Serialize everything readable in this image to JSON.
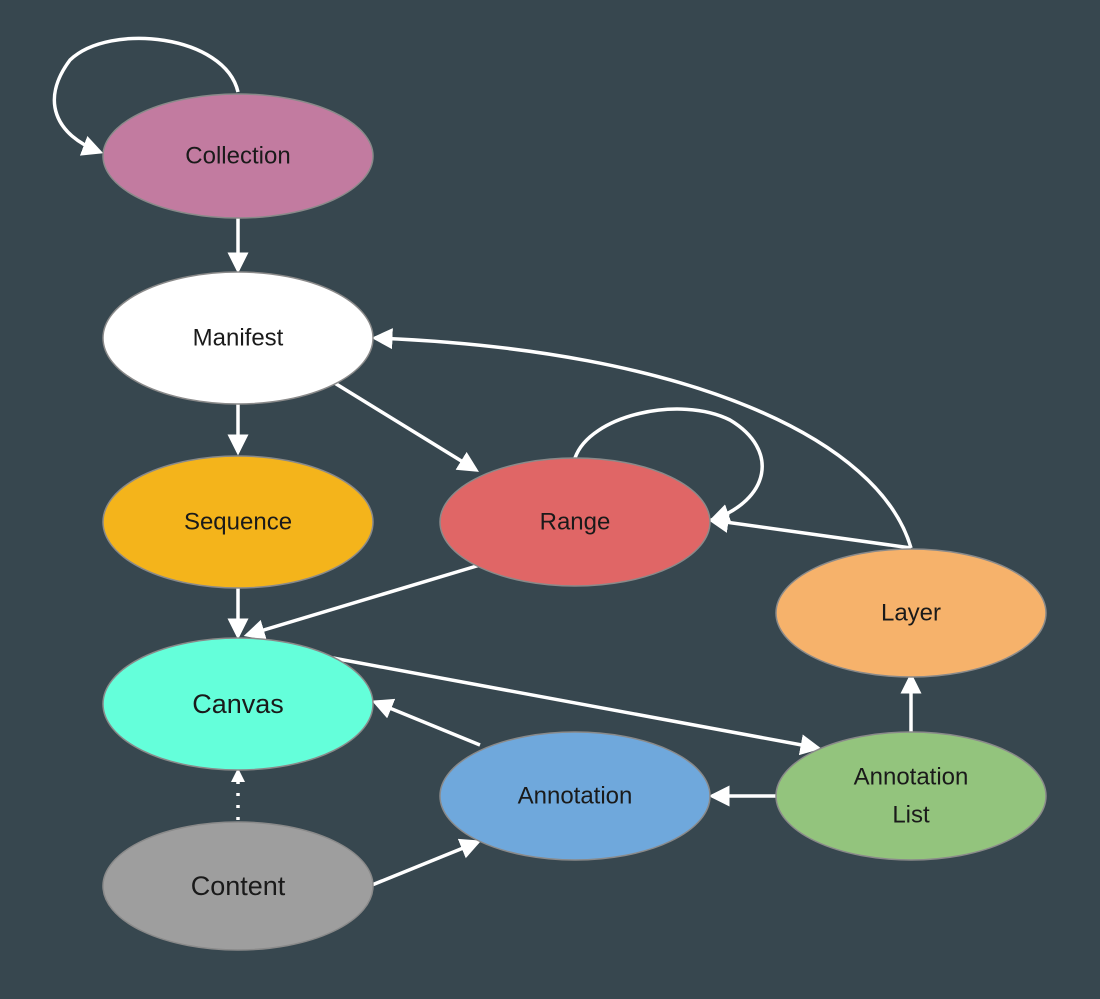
{
  "background": "#37474f",
  "edge_color": "#ffffff",
  "nodes": {
    "collection": {
      "label": "Collection",
      "fill": "#c27ba0",
      "text_color": "#1a1a1a"
    },
    "manifest": {
      "label": "Manifest",
      "fill": "#ffffff",
      "text_color": "#1a1a1a"
    },
    "sequence": {
      "label": "Sequence",
      "fill": "#f4b41b",
      "text_color": "#1a1a1a"
    },
    "range": {
      "label": "Range",
      "fill": "#e06666",
      "text_color": "#1a1a1a"
    },
    "layer": {
      "label": "Layer",
      "fill": "#f6b26b",
      "text_color": "#1a1a1a"
    },
    "canvas": {
      "label": "Canvas",
      "fill": "#64ffda",
      "text_color": "#1a1a1a"
    },
    "annotation": {
      "label": "Annotation",
      "fill": "#6fa8dc",
      "text_color": "#1a1a1a"
    },
    "annotation_list": {
      "label_line1": "Annotation",
      "label_line2": "List",
      "fill": "#93c47d",
      "text_color": "#1a1a1a"
    },
    "content": {
      "label": "Content",
      "fill": "#9e9e9e",
      "text_color": "#1a1a1a"
    }
  },
  "edges": [
    {
      "from": "collection",
      "to": "collection",
      "style": "solid"
    },
    {
      "from": "collection",
      "to": "manifest",
      "style": "solid"
    },
    {
      "from": "manifest",
      "to": "sequence",
      "style": "solid"
    },
    {
      "from": "manifest",
      "to": "range",
      "style": "solid"
    },
    {
      "from": "range",
      "to": "range",
      "style": "solid"
    },
    {
      "from": "layer",
      "to": "manifest",
      "style": "solid"
    },
    {
      "from": "layer",
      "to": "range",
      "style": "solid"
    },
    {
      "from": "sequence",
      "to": "canvas",
      "style": "solid"
    },
    {
      "from": "range",
      "to": "canvas",
      "style": "solid"
    },
    {
      "from": "canvas",
      "to": "annotation_list",
      "style": "solid"
    },
    {
      "from": "annotation_list",
      "to": "layer",
      "style": "solid"
    },
    {
      "from": "annotation_list",
      "to": "annotation",
      "style": "solid"
    },
    {
      "from": "annotation",
      "to": "canvas",
      "style": "solid"
    },
    {
      "from": "content",
      "to": "annotation",
      "style": "solid"
    },
    {
      "from": "content",
      "to": "canvas",
      "style": "dotted"
    }
  ]
}
